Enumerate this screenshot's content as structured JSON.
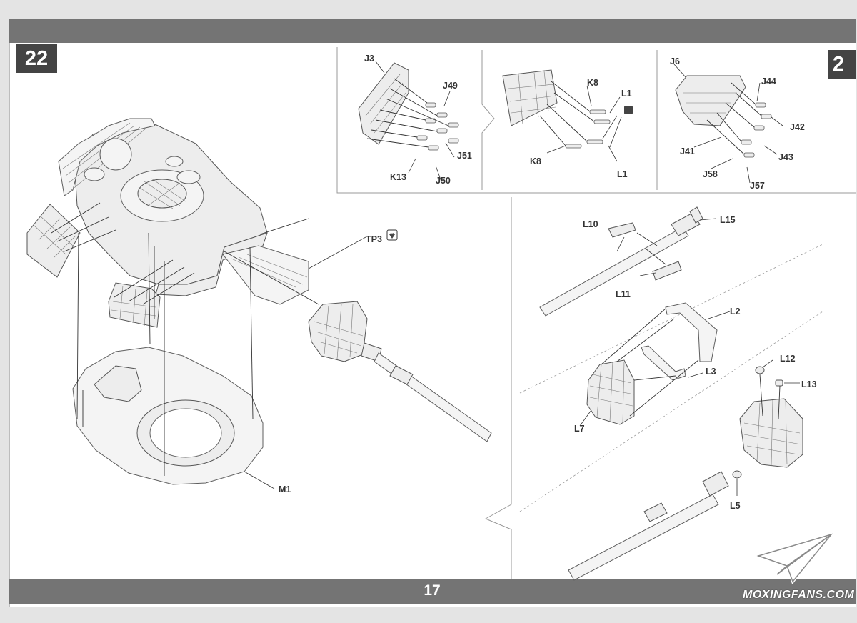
{
  "page": {
    "step_number": "22",
    "next_step_number": "2",
    "page_number": "17",
    "watermark": "MOXINGFANS.COM"
  },
  "parts": {
    "j3": "J3",
    "j49": "J49",
    "j51": "J51",
    "j50": "J50",
    "k13": "K13",
    "k8_top": "K8",
    "k8_bottom": "K8",
    "l1_top": "L1",
    "l1_bottom": "L1",
    "j6": "J6",
    "j44": "J44",
    "j42": "J42",
    "j43": "J43",
    "j41": "J41",
    "j58": "J58",
    "j57": "J57",
    "tp3": "TP3",
    "m1": "M1",
    "l10": "L10",
    "l15": "L15",
    "l11": "L11",
    "l2": "L2",
    "l3": "L3",
    "l7": "L7",
    "l12": "L12",
    "l13": "L13",
    "l5": "L5"
  },
  "icons": {
    "tp3_marker": "glue-icon",
    "l1_marker": "cement-icon"
  }
}
